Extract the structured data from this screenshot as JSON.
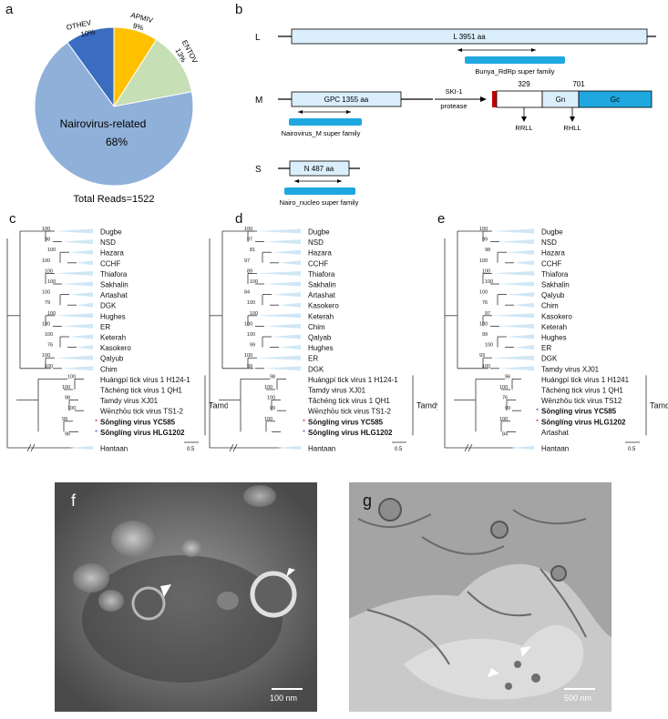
{
  "panels": {
    "a": "a",
    "b": "b",
    "c": "c",
    "d": "d",
    "e": "e",
    "f": "f",
    "g": "g"
  },
  "pie": {
    "total": "Total Reads=1522",
    "slices": [
      {
        "name": "Nairovirus-related",
        "pct_label": "68%",
        "value": 68,
        "color": "#8fb0d9"
      },
      {
        "name": "OTHEV",
        "pct_label": "10%",
        "value": 10,
        "color": "#3a6cc0"
      },
      {
        "name": "APMIV",
        "pct_label": "9%",
        "value": 9,
        "color": "#ffc000"
      },
      {
        "name": "ENTOV",
        "pct_label": "13%",
        "value": 13,
        "color": "#c6dfb4"
      }
    ]
  },
  "genome": {
    "L": {
      "seg": "L",
      "protein": "L 3951 aa",
      "domain": "Bunya_RdRp super family"
    },
    "M": {
      "seg": "M",
      "protein": "GPC 1355 aa",
      "domain": "Nairovirus_M super family",
      "enzyme1": "SKI-1",
      "enzyme2": "protease",
      "pos1": "329",
      "pos2": "701",
      "gn": "Gn",
      "gc": "Gc",
      "site1": "RRLL",
      "site2": "RHLL"
    },
    "S": {
      "seg": "S",
      "protein": "N 487 aa",
      "domain": "Nairo_nucleo super family"
    }
  },
  "trees": {
    "c": {
      "taxa": [
        "Dugbe",
        "NSD",
        "Hazara",
        "CCHF",
        "Thiafora",
        "Sakhalin",
        "Artashat",
        "DGK",
        "Hughes",
        "ER",
        "Keterah",
        "Kasokero",
        "Qalyub",
        "Chim",
        "Huángpí tick virus 1 H124-1",
        "Tǎchéng tick virus 1 QH1",
        "Tamdy virus XJ01",
        "Wēnzhōu tick virus TS1-2",
        "Sōnglíng virus YC585",
        "Sōnglíng virus HLG1202",
        "Hantaan"
      ],
      "bootstrap": [
        "100",
        "98",
        "100",
        "100",
        "100",
        "100",
        "100",
        "79",
        "100",
        "100",
        "100",
        "76",
        "100",
        "100",
        "100",
        "100",
        "98",
        "100",
        "99",
        "96",
        "100",
        "100"
      ],
      "group": "Tamdy",
      "scale": "0.5"
    },
    "d": {
      "taxa": [
        "Dugbe",
        "NSD",
        "Hazara",
        "CCHF",
        "Thiafora",
        "Sakhalin",
        "Artashat",
        "Kasokero",
        "Keterah",
        "Chim",
        "Qalyab",
        "Hughes",
        "ER",
        "DGK",
        "Huángpí tick virus 1 H124-1",
        "Tamdy virus XJ01",
        "Tǎchéng tick virus 1 QH1",
        "Wēnzhōu tick virus TS1-2",
        "Sōnglíng virus YC585",
        "Sōnglíng virus HLG1202",
        "Hantaan"
      ],
      "bootstrap": [
        "100",
        "97",
        "81",
        "97",
        "89",
        "100",
        "84",
        "100",
        "100",
        "100",
        "100",
        "99",
        "100",
        "99",
        "98",
        "100",
        "100",
        "99",
        "100"
      ],
      "group": "Tamdy",
      "scale": "0.5"
    },
    "e": {
      "taxa": [
        "Dugbe",
        "NSD",
        "Hazara",
        "CCHF",
        "Thiafora",
        "Sakhalin",
        "Qalyub",
        "Chim",
        "Kasokero",
        "Keterah",
        "Hughes",
        "ER",
        "DGK",
        "Tamdy virus XJ01",
        "Huángpí tick virus 1 H1241",
        "Tǎchéng tick virus 1 QH1",
        "Wēnzhōu tick virus TS12",
        "Sōnglíng virus YC585",
        "Sōnglíng virus HLG1202",
        "Artashat",
        "Hantaan"
      ],
      "bootstrap": [
        "100",
        "99",
        "98",
        "100",
        "100",
        "100",
        "100",
        "76",
        "97",
        "100",
        "99",
        "100",
        "93",
        "100",
        "96",
        "100",
        "76",
        "99",
        "100",
        "84",
        "100"
      ],
      "group": "Tamdy",
      "scale": "0.5"
    }
  },
  "micrographs": {
    "f": {
      "scale": "100 nm"
    },
    "g": {
      "scale": "500 nm"
    }
  }
}
